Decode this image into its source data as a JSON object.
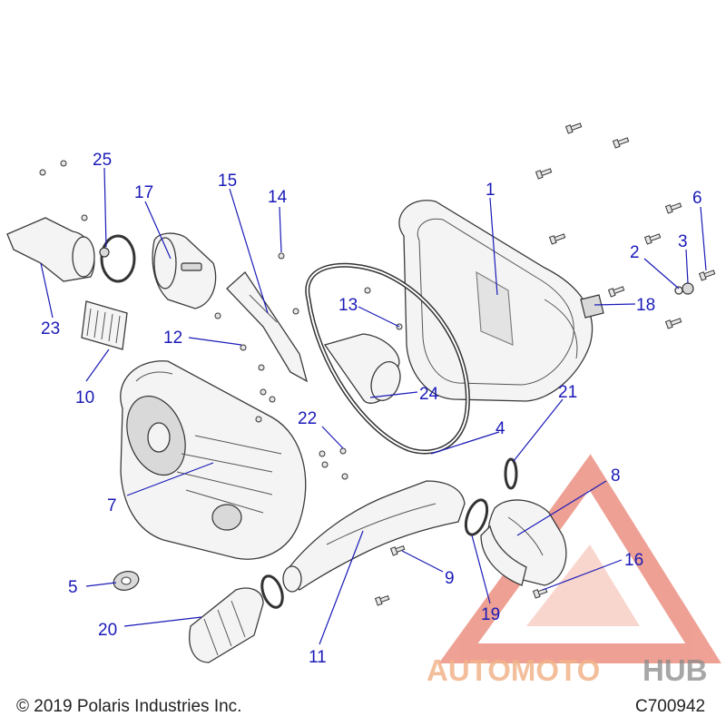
{
  "callouts": [
    "1",
    "2",
    "3",
    "4",
    "5",
    "6",
    "7",
    "8",
    "9",
    "10",
    "11",
    "12",
    "13",
    "14",
    "15",
    "16",
    "17",
    "18",
    "19",
    "20",
    "21",
    "22",
    "23",
    "24",
    "25"
  ],
  "footer": {
    "copyright": "© 2019 Polaris Industries Inc.",
    "diagram_code": "C700942"
  },
  "watermark": {
    "part1": "AUTOMOTO",
    "part2": "HUB",
    "color_primary": "#e0533c",
    "color_secondary": "#7a7a7a"
  },
  "colors": {
    "callout": "#1a1ab8",
    "outline": "#3a3a3a"
  }
}
